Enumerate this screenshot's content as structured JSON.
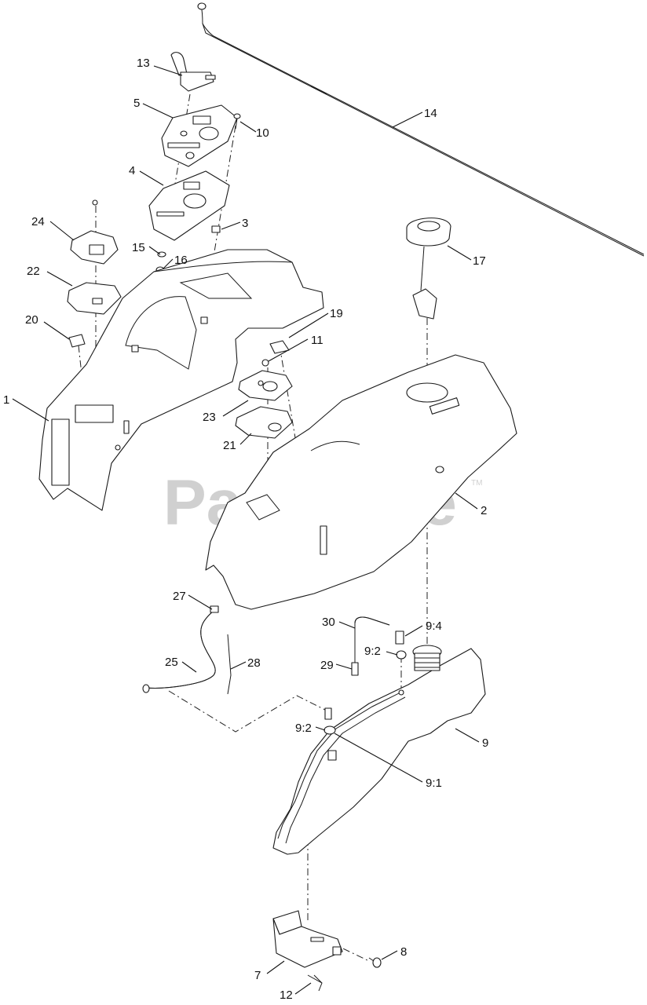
{
  "watermark": {
    "text": "PartsTree",
    "trademark": "TM"
  },
  "callouts": {
    "c1": "1",
    "c2": "2",
    "c3": "3",
    "c4": "4",
    "c5": "5",
    "c7": "7",
    "c8": "8",
    "c9": "9",
    "c9_1": "9:1",
    "c9_2a": "9:2",
    "c9_2b": "9:2",
    "c9_4": "9:4",
    "c10": "10",
    "c11": "11",
    "c12": "12",
    "c13": "13",
    "c14": "14",
    "c15": "15",
    "c16": "16",
    "c17": "17",
    "c19": "19",
    "c20": "20",
    "c21": "21",
    "c22": "22",
    "c23": "23",
    "c24": "24",
    "c25": "25",
    "c27": "27",
    "c28": "28",
    "c29": "29",
    "c30": "30"
  }
}
